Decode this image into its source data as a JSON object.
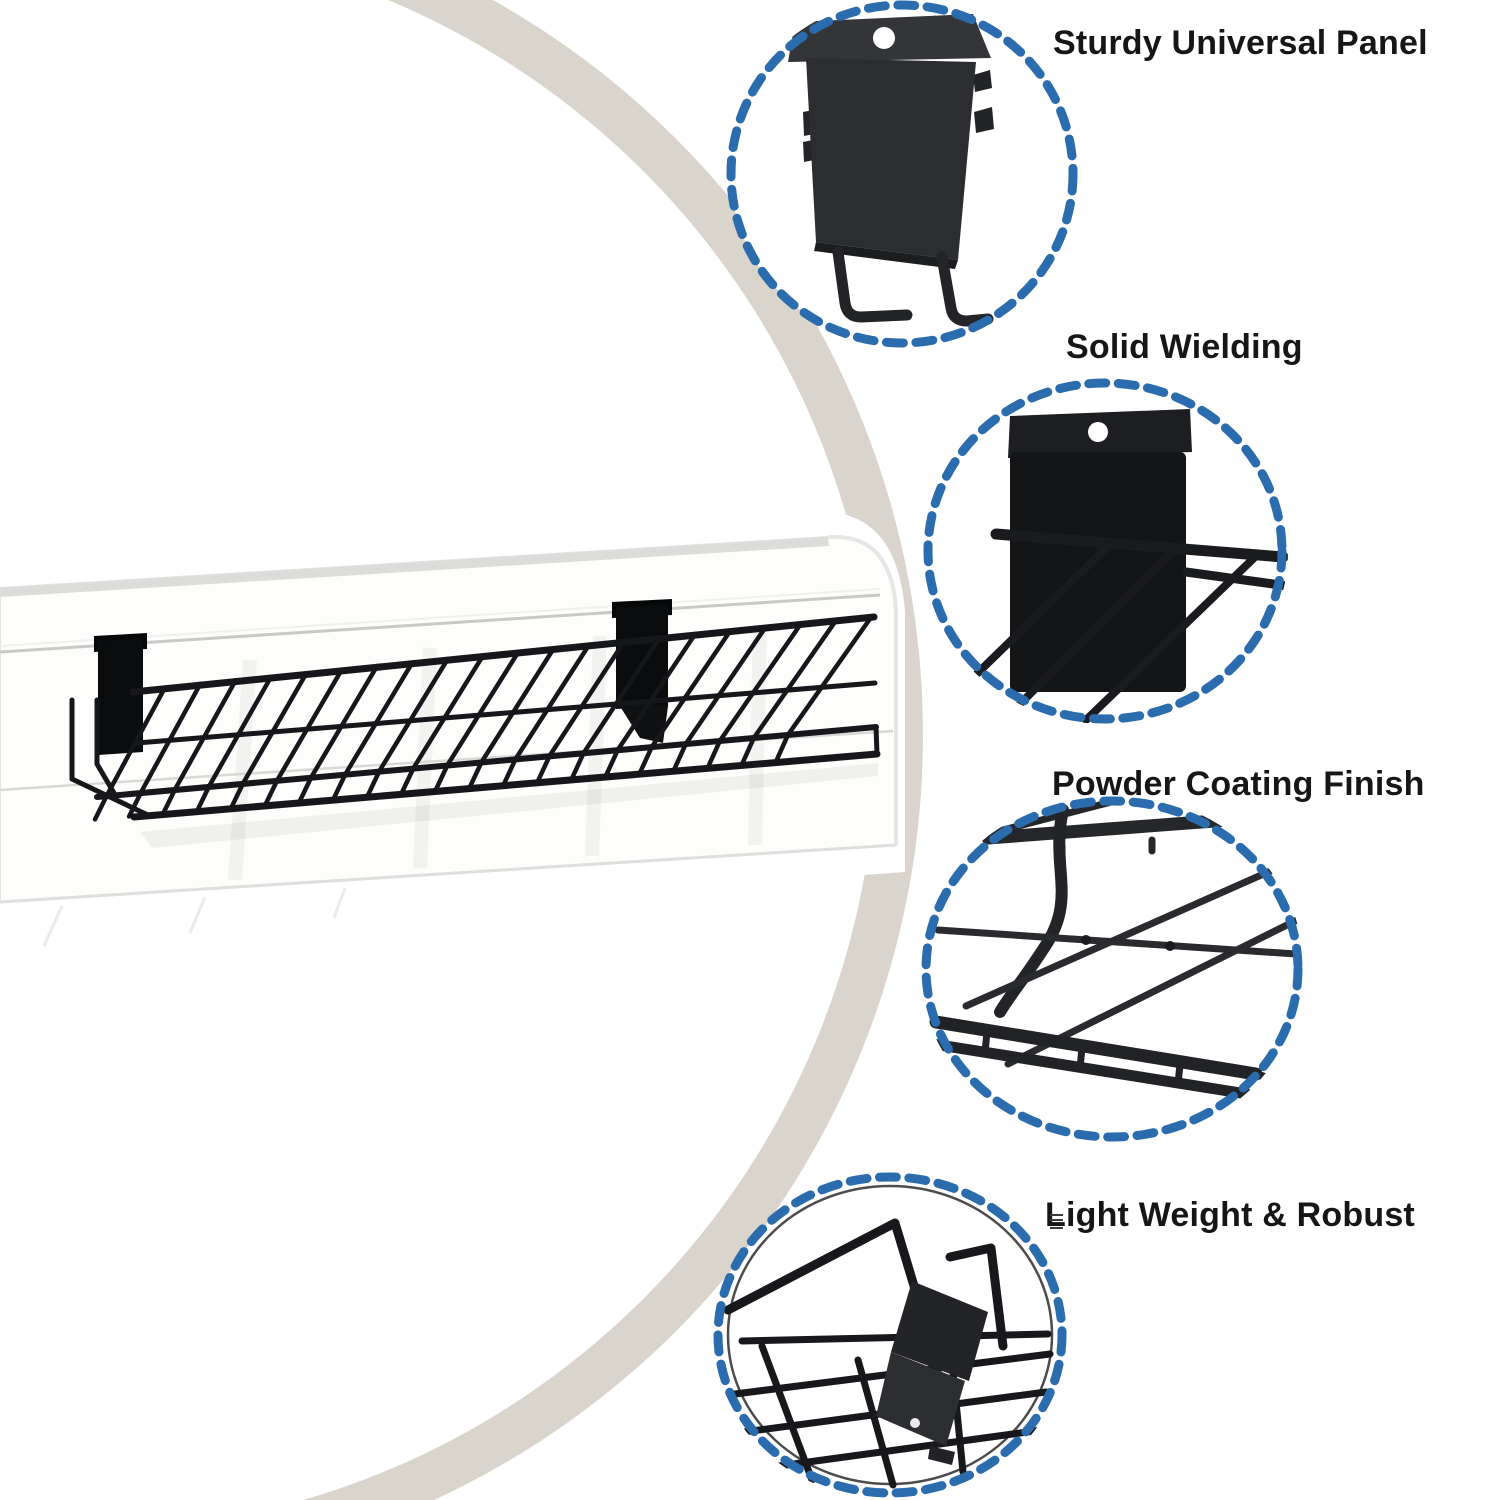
{
  "infographic": {
    "background_color": "#ffffff",
    "accent_dash_color": "#2b6cae",
    "arc_color": "#d9d5cc",
    "text_color": "#161616",
    "product_color": "#17181a",
    "main_image": {
      "description": "black wire slatwall shelf hung on white slatwall panel"
    },
    "callouts": [
      {
        "label": "Sturdy Universal Panel",
        "image": "slatwall-bracket-back-panel"
      },
      {
        "label": "Solid Wielding",
        "image": "welded-bracket-and-wires"
      },
      {
        "label": "Powder Coating Finish",
        "image": "black-wire-mesh-closeup"
      },
      {
        "label": "Light Weight & Robust",
        "image": "wire-frame-corner-with-bracket"
      }
    ]
  }
}
